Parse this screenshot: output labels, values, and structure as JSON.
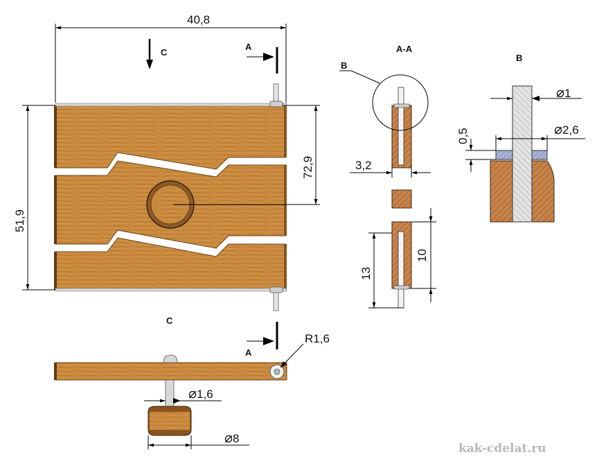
{
  "dimensions": {
    "overall_width": "40,8",
    "overall_height": "51,9",
    "pin_to_center": "72,9",
    "slot_width": "3,2",
    "slot_depth": "10",
    "pin_projection": "13",
    "pin_diameter": "1",
    "washer_diameter": "2,6",
    "washer_thickness": "0,5",
    "hinge_radius": "R1,6",
    "knob_shaft_diameter": "1,6",
    "knob_diameter": "8"
  },
  "labels": {
    "view_c_arrow": "C",
    "view_c_title": "C",
    "section_a_top": "A",
    "section_a_bottom": "A",
    "section_title": "A-A",
    "detail_callout": "B",
    "detail_title": "B"
  },
  "watermark": "kak-cdelat.ru",
  "colors": {
    "wood": "#c98a3c",
    "wood_grain": "#a86a2a",
    "hatch_wood": "#c8834a",
    "metal": "#d0d0d0",
    "washer": "#a9b3d6"
  }
}
